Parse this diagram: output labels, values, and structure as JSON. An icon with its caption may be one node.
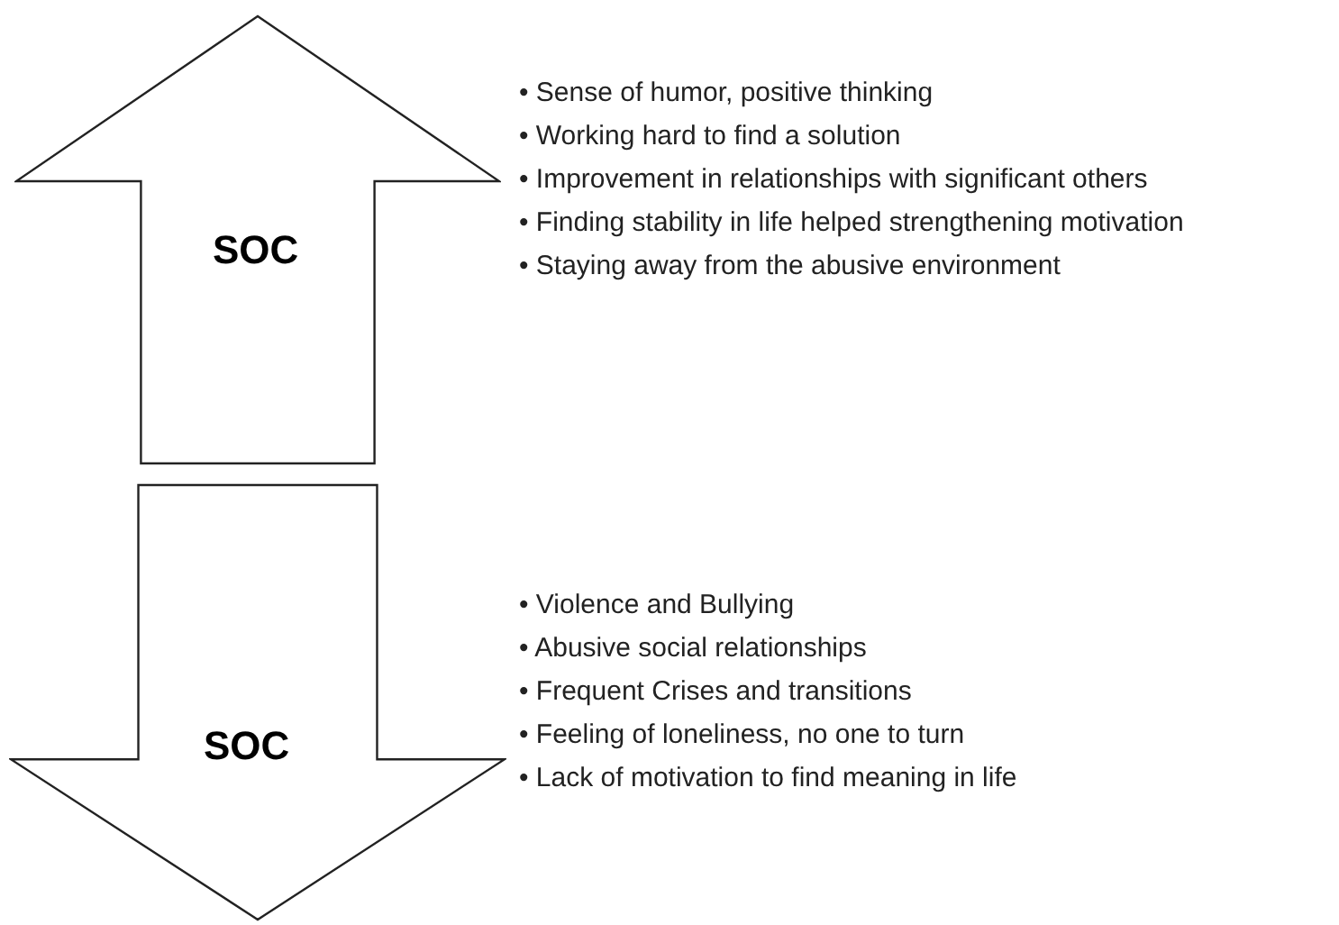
{
  "diagram": {
    "nodes": [
      {
        "text": [
          "SOC"
        ],
        "beside": [
          "• Sense of humor, positive thinking",
          "• Working hard to find a solution",
          "• Improvement in relationships with significant others",
          "• Finding stability in life helped strengthening motivation",
          "• Staying away from the abusive environment"
        ]
      },
      {
        "text": [
          "SOC"
        ],
        "beside": [
          "• Violence and Bullying",
          "• Abusive social relationships",
          "• Frequent Crises and transitions",
          "• Feeling of loneliness, no one to turn",
          "• Lack of motivation to find meaning in life"
        ]
      }
    ]
  }
}
